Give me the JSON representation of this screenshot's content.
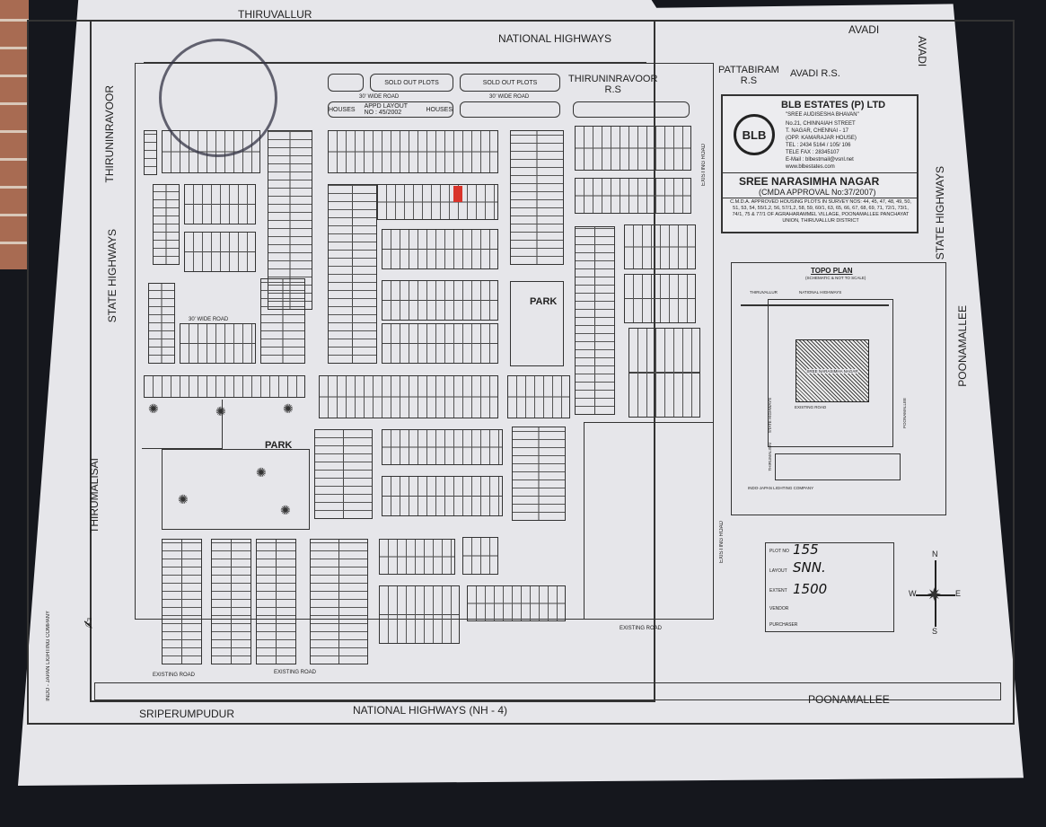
{
  "map": {
    "top_labels": {
      "thiruvallur": "THIRUVALLUR",
      "national_highways": "NATIONAL HIGHWAYS",
      "avadi": "AVADI",
      "pattabiram": "PATTABIRAM\nR.S",
      "avadi_rs": "AVADI R.S.",
      "thiruninravoor_rs": "THIRUNINRAVOOR\nR.S"
    },
    "side_labels": {
      "thiruninravoor": "THIRUNINRAVOOR",
      "state_highways_left": "STATE HIGHWAYS",
      "thirumalisai": "THIRUMALISAI",
      "avadi_vertical": "AVADI",
      "state_highways_right": "STATE HIGHWAYS",
      "poonamallee_vertical": "POONAMALLEE",
      "indo_japan": "INDO - JAPAN LIGHTING COMPANY"
    },
    "bottom_labels": {
      "sriperumpudur": "SRIPERUMPUDUR",
      "nh4": "NATIONAL HIGHWAYS (NH - 4)",
      "poonamallee": "POONAMALLEE"
    },
    "top_strip": {
      "sold_out_1": "SOLD OUT PLOTS",
      "sold_out_2": "SOLD OUT PLOTS",
      "wide_road_1": "30' WIDE ROAD",
      "wide_road_2": "30' WIDE ROAD",
      "houses_1": "HOUSES",
      "appd_layout": "APPD LAYOUT NO : 45/2002",
      "houses_2": "HOUSES"
    },
    "park_labels": [
      "PARK",
      "PARK"
    ],
    "existing_road": "EXISTING ROAD",
    "wide_road": "30' WIDE ROAD"
  },
  "title_block": {
    "company": "BLB ESTATES (P) LTD",
    "logo_text": "BLB",
    "building": "\"SREE AUDISESHA BHAVAN\"",
    "address1": "No.21, CHINNAIAH STREET",
    "address2": "T. NAGAR, CHENNAI - 17",
    "address3": "(OPP. KAMARAJAR HOUSE)",
    "tel": "TEL : 2434 5164 / 105/ 106",
    "fax": "TELE FAX : 28345107",
    "email": "E-Mail : blbestmail@vsnl.net",
    "web": "www.blbestates.com",
    "project": "SREE NARASIMHA NAGAR",
    "approval": "(CMDA APPROVAL No:37/2007)",
    "description": "C.M.D.A. APPROVED HOUSING PLOTS IN SURVEY NOS: 44, 45, 47, 48, 49, 50, 51, 53, 54, 55/1,2, 56, 57/1,2, 58, 59, 60/1, 63, 65, 66, 67, 68, 69, 71, 72/1, 73/1, 74/1, 75 & 77/1 OF AGRAHARAMMEL VILLAGE, POONAMALLEE PANCHAYAT UNION, THIRUVALLUR DISTRICT"
  },
  "topo_plan": {
    "title": "TOPO PLAN",
    "subtitle": "(SCHEMATIC & NOT TO SCALE)",
    "site": "SREE NARASIMHA NAGAR",
    "existing_road": "EXISTING ROAD",
    "thirumalisai": "THIRUMALISAI",
    "indo_japan": "INDO-JAPAN LIGHTING COMPANY",
    "thiruvallur": "THIRUVALLUR",
    "national_highways": "NATIONAL HIGHWAYS",
    "poonamallee": "POONAMALLEE",
    "state_highways": "STATE HIGHWAYS"
  },
  "plot_info": {
    "plot_no_label": "PLOT NO",
    "plot_no": "155",
    "layout_label": "LAYOUT",
    "layout": "SNN.",
    "extent_label": "EXTENT",
    "extent": "1500",
    "vendor_label": "VENDOR",
    "purchaser_label": "PURCHASER"
  },
  "compass": {
    "n": "N",
    "s": "S",
    "e": "E",
    "w": "W"
  },
  "colors": {
    "paper": "#e6e6ea",
    "ink": "#222222",
    "background": "#15171d",
    "highlight": "#d9342b"
  }
}
